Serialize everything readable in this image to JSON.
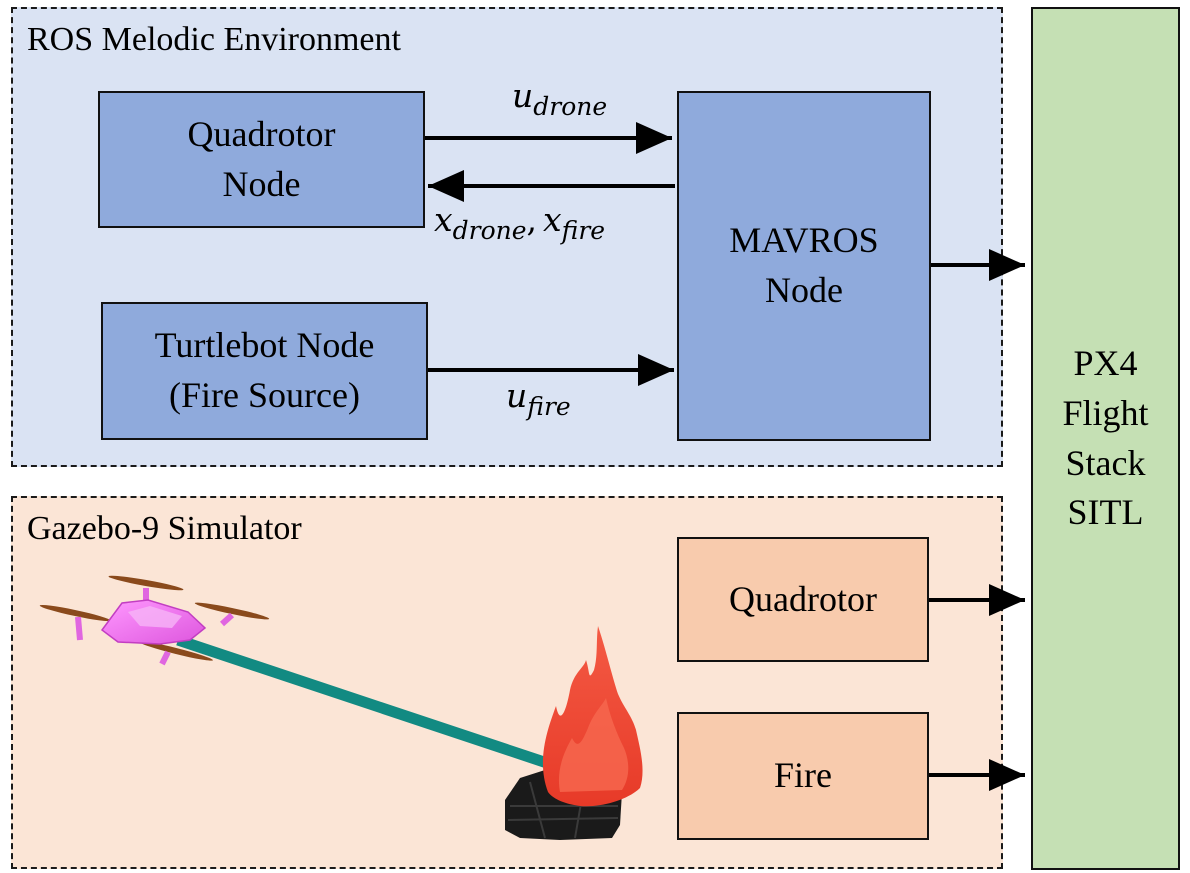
{
  "ros_region": {
    "title": "ROS Melodic Environment"
  },
  "gazebo_region": {
    "title": "Gazebo-9 Simulator"
  },
  "nodes": {
    "quadrotor_node": [
      "Quadrotor",
      "Node"
    ],
    "turtlebot_node": [
      "Turtlebot Node",
      "(Fire Source)"
    ],
    "mavros_node": [
      "MAVROS",
      "Node"
    ]
  },
  "sim_models": {
    "quadrotor": "Quadrotor",
    "fire": "Fire"
  },
  "px4": [
    "PX4",
    "Flight",
    "Stack",
    "SITL"
  ],
  "signals": {
    "u_drone": {
      "base": "u",
      "sub": "drone"
    },
    "x_drone": {
      "base": "x",
      "sub": "drone"
    },
    "x_fire": {
      "base": "x",
      "sub": "fire"
    },
    "separator": ",",
    "u_fire": {
      "base": "u",
      "sub": "fire"
    }
  },
  "colors": {
    "ros_bg": "#dae3f3",
    "node_blue": "#8faadc",
    "gazebo_bg": "#fbe5d6",
    "model_orange": "#f8cbad",
    "px4_green": "#c5e0b4",
    "drone_pink": "#ee77ee",
    "tether_teal": "#128a82",
    "fire_red": "#ef4a36"
  },
  "icons": [
    "drone-illustration",
    "fire-illustration",
    "tether-line"
  ]
}
